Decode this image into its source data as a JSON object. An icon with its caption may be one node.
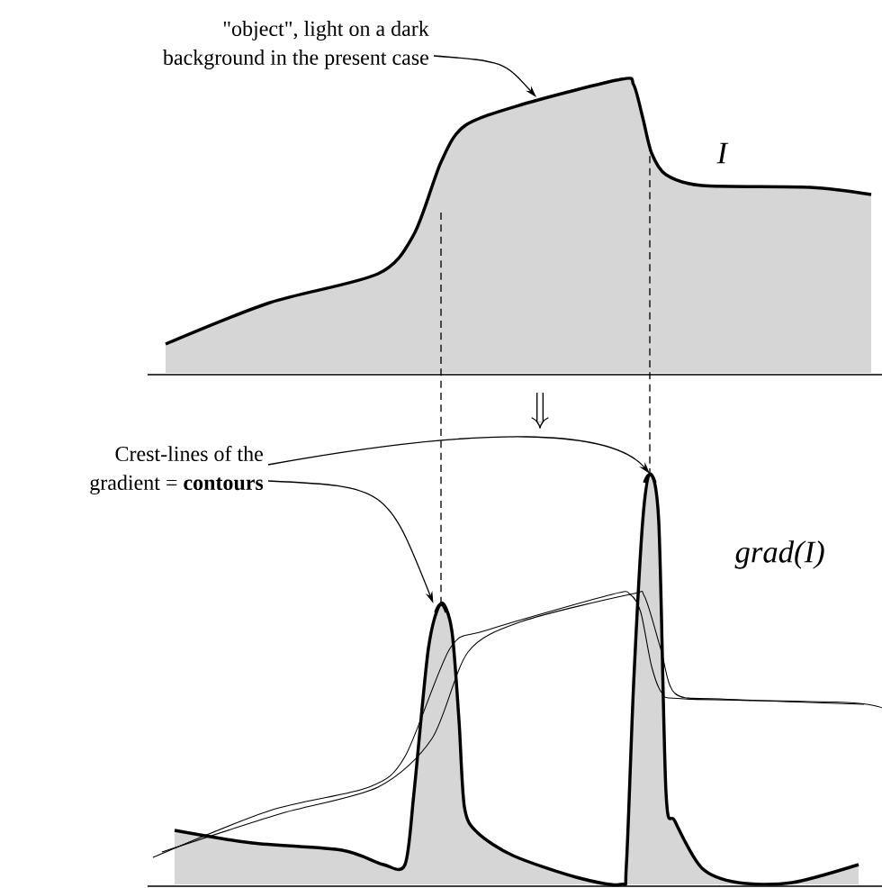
{
  "diagram": {
    "nodes": [
      {
        "text": [],
        "shape": "picture",
        "beside": [
          "I"
        ]
      },
      {
        "text": [
          "\"object\", light on a dark background in the present case"
        ]
      },
      {
        "text": [],
        "shape": "picture",
        "beside": [
          "grad(I)"
        ]
      },
      {
        "text": [
          "Crest-lines of the gradient = **contours**"
        ]
      },
      {
        "text": [],
        "shape": "peak",
        "in": 2
      },
      {
        "text": [],
        "shape": "peak",
        "in": 2
      }
    ],
    "edges": [
      {
        "from": 1,
        "to": 0,
        "arrow": "to"
      },
      {
        "from": 3,
        "to": 5,
        "arrow": "to"
      },
      {
        "from": 3,
        "to": 4,
        "arrow": "to"
      },
      {
        "from": 0,
        "to": 4,
        "arrow": "none",
        "style": "dashed"
      },
      {
        "from": 0,
        "to": 5,
        "arrow": "none",
        "style": "dashed"
      }
    ]
  }
}
